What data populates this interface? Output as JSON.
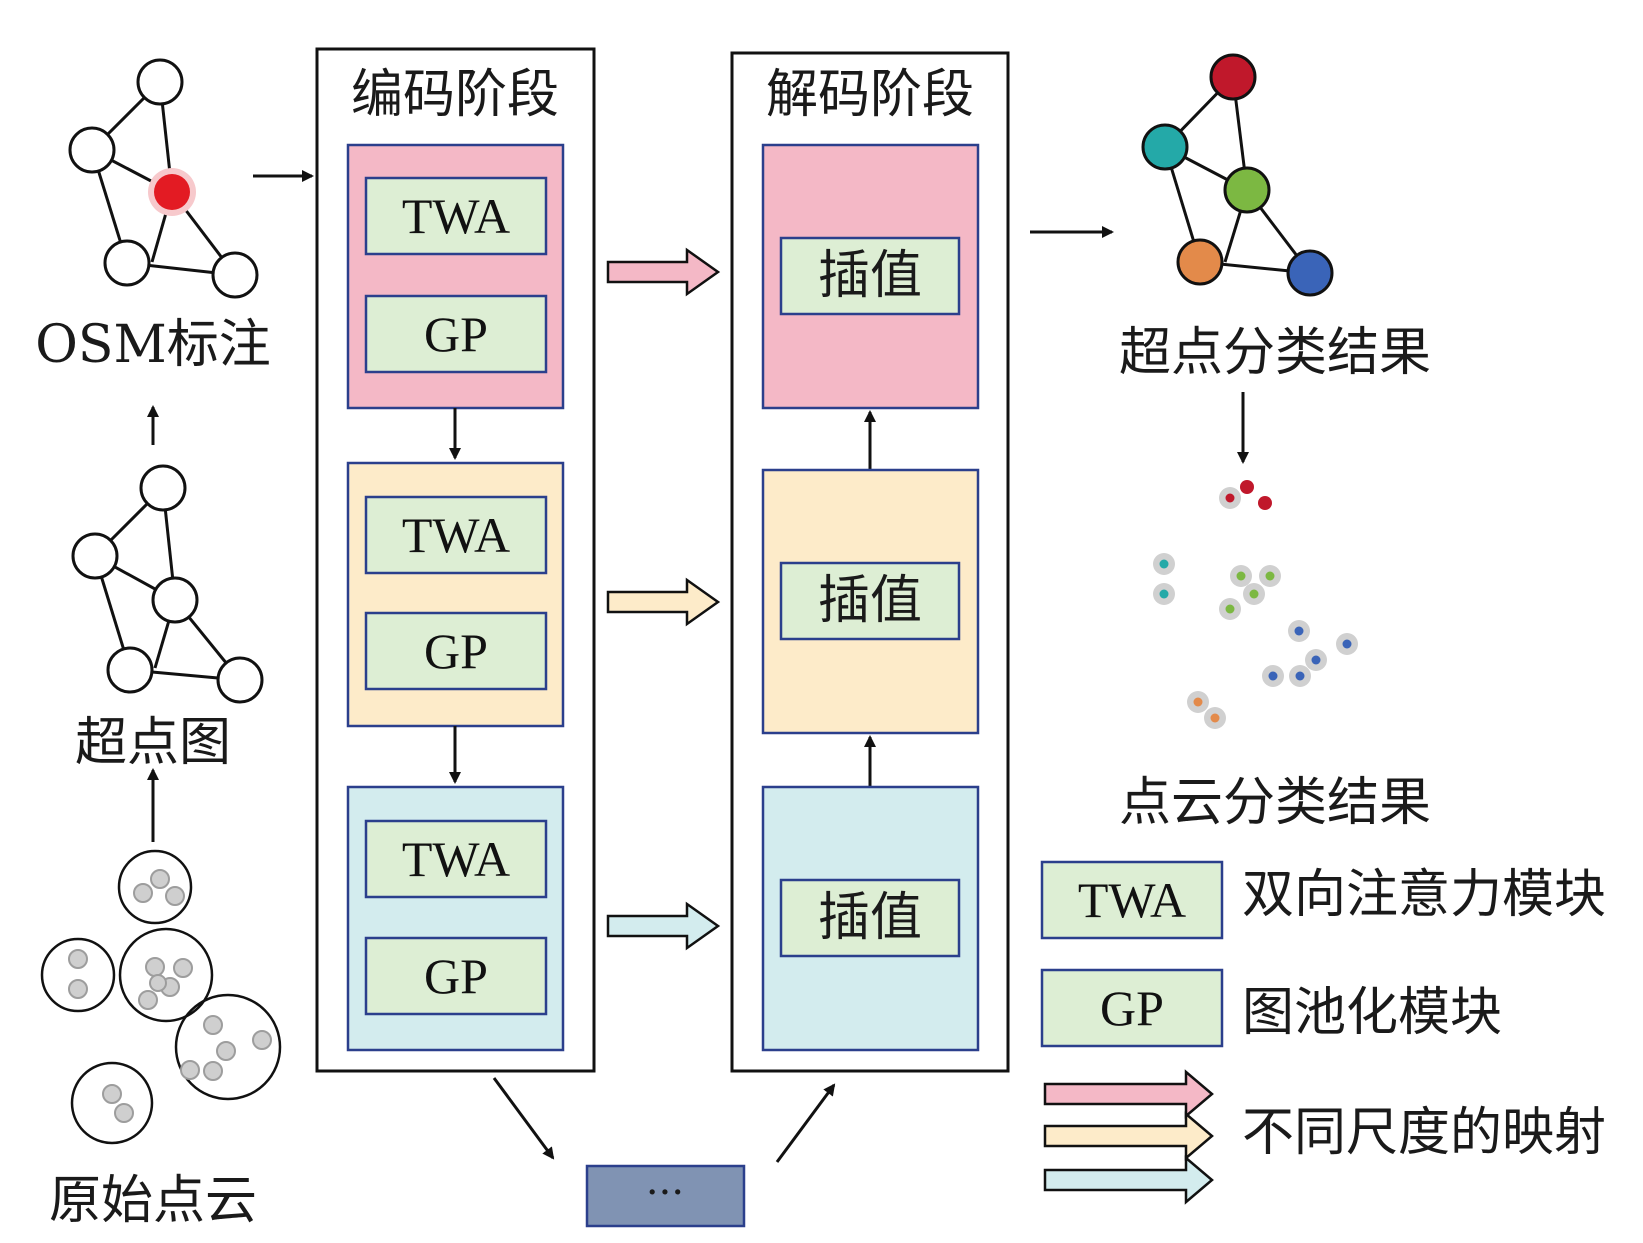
{
  "labels": {
    "raw_cloud": "原始点云",
    "superpoint_graph": "超点图",
    "osm": "OSM标注",
    "encoder": "编码阶段",
    "decoder": "解码阶段",
    "superpoint_result": "超点分类结果",
    "pointcloud_result": "点云分类结果",
    "ellipsis": "···"
  },
  "encoder_blocks": [
    {
      "color": "#f4b8c6",
      "top_module": "TWA",
      "bottom_module": "GP"
    },
    {
      "color": "#fdebc9",
      "top_module": "TWA",
      "bottom_module": "GP"
    },
    {
      "color": "#d3ecee",
      "top_module": "TWA",
      "bottom_module": "GP"
    }
  ],
  "decoder_blocks": [
    {
      "color": "#f4b8c6",
      "module": "插值"
    },
    {
      "color": "#fdebc9",
      "module": "插值"
    },
    {
      "color": "#d3ecee",
      "module": "插值"
    }
  ],
  "legend": {
    "twa_box": "TWA",
    "twa_desc": "双向注意力模块",
    "gp_box": "GP",
    "gp_desc": "图池化模块",
    "mapping_desc": "不同尺度的映射"
  },
  "colors": {
    "module_fill": "#ddeed4",
    "module_border": "#2b3f8c",
    "ellipsis_fill": "#8093b3",
    "highlight_node": "#e31b23",
    "class_red": "#c0182b",
    "class_teal": "#24a9a8",
    "class_green": "#7cb842",
    "class_orange": "#e38a4a",
    "class_blue": "#3a64b8"
  }
}
